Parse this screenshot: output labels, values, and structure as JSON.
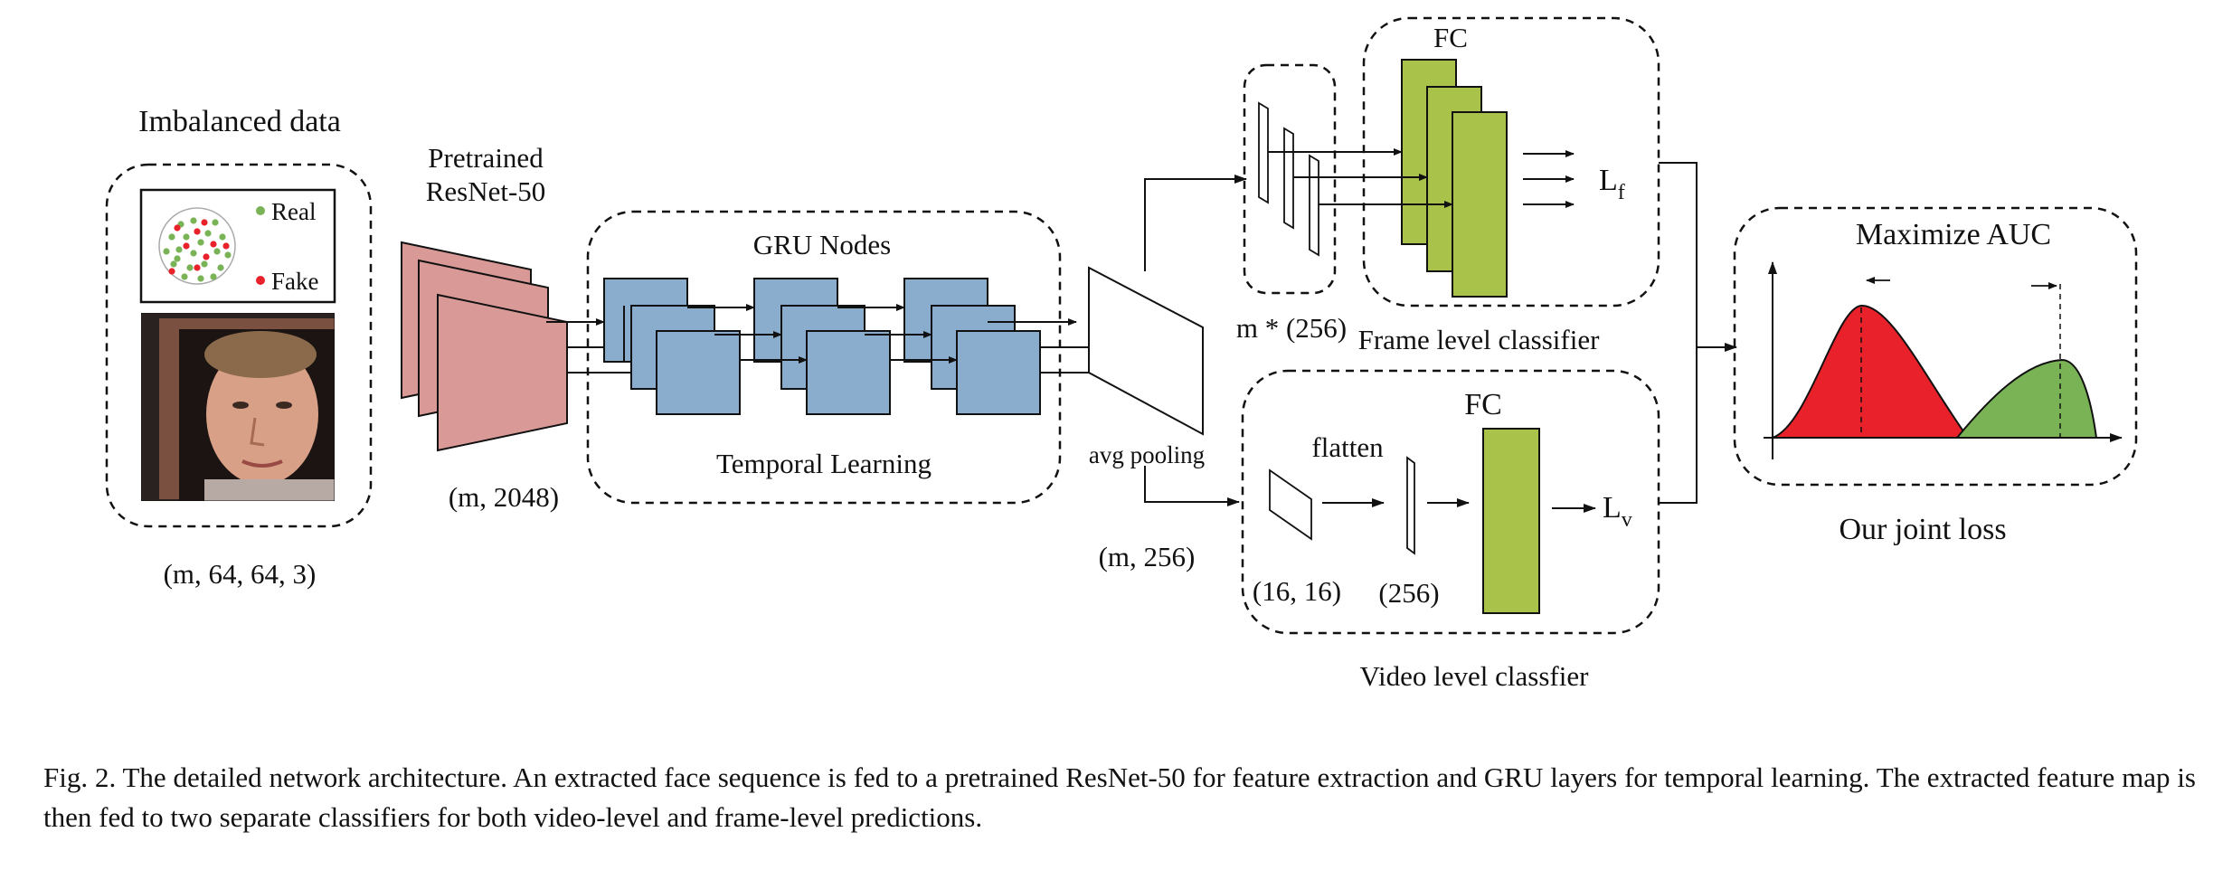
{
  "input": {
    "title": "Imbalanced data",
    "legend_real": "Real",
    "legend_fake": "Fake",
    "shape": "(m, 64, 64, 3)"
  },
  "resnet": {
    "title_line1": "Pretrained",
    "title_line2": "ResNet-50",
    "shape": "(m, 2048)"
  },
  "gru": {
    "title": "GRU Nodes",
    "subtitle": "Temporal Learning"
  },
  "pooling": {
    "label": "avg pooling",
    "shape": "(m, 256)"
  },
  "frame_branch": {
    "shape": "m * (256)",
    "fc": "FC",
    "loss_base": "L",
    "loss_sub": "f",
    "title": "Frame level classifier"
  },
  "video_branch": {
    "flatten": "flatten",
    "fc": "FC",
    "loss_base": "L",
    "loss_sub": "v",
    "shape1": "(16, 16)",
    "shape2": "(256)",
    "title": "Video level classfier"
  },
  "loss": {
    "title": "Maximize AUC",
    "subtitle": "Our joint loss"
  },
  "caption": "Fig. 2.  The detailed network architecture. An extracted face sequence is fed to a pretrained ResNet-50 for feature extraction and GRU layers for temporal learning. The extracted feature map is then fed to two separate classifiers for both video-level and frame-level predictions.",
  "colors": {
    "resnet": "#d99a97",
    "gru": "#8badcd",
    "fc": "#a9c24a",
    "fake": "#e8212a",
    "real": "#7ab356"
  }
}
